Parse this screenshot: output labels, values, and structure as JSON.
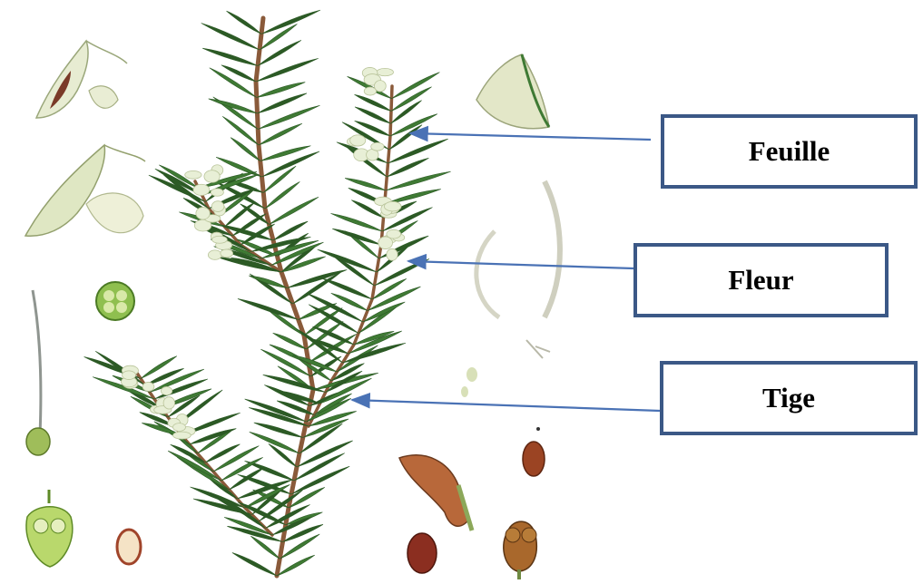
{
  "labels": {
    "feuille": "Feuille",
    "fleur": "Fleur",
    "tige": "Tige"
  },
  "colors": {
    "box_border": "#3b5886",
    "arrow": "#4a72b5",
    "leaf": "#3f7a34",
    "leaf_dark": "#2c5a25",
    "stem": "#8a5a3a",
    "flower": "#e8efd6",
    "seed": "#8b3a22"
  },
  "icons": [
    "rosemary-plant-illustration",
    "flower-detail-illustration",
    "stamen-illustration",
    "seed-illustration",
    "calyx-illustration",
    "pistil-illustration"
  ]
}
